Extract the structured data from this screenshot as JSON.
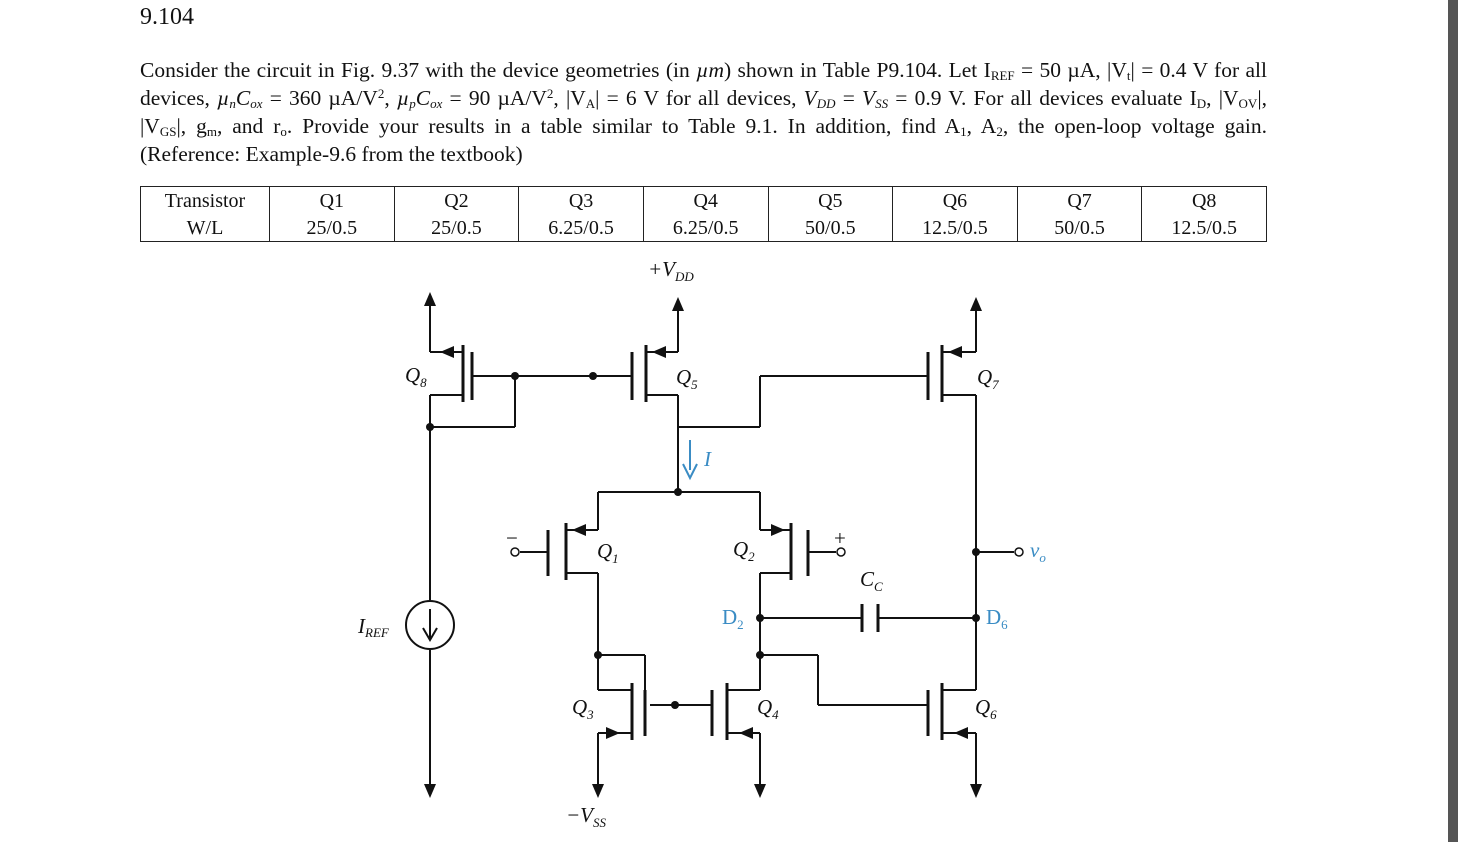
{
  "problem": {
    "number": "9.104",
    "text_line1_a": "Consider the circuit in Fig. 9.37 with the device geometries (in ",
    "mu": "µm",
    "text_line1_b": ") shown in Table P9.104. Let I",
    "iref_sub": "REF",
    "text_line1_c": " = 50 µA, |V",
    "vt_sub": "t",
    "text_line1_d": "| = 0.4 V for all devices, ",
    "mun": "µ",
    "mun_sub": "n",
    "cox_n": "C",
    "cox_n_sub": "ox",
    "text_line2_a": " = 360 µA/V",
    "sq1": "2",
    "text_sep1": ", ",
    "mup": "µ",
    "mup_sub": "p",
    "cox_p": "C",
    "cox_p_sub": "ox",
    "text_line2_b": " = 90 µA/V",
    "sq2": "2",
    "text_line2_c": ", |V",
    "va_sub": "A",
    "text_line2_d": "| = 6 V for all devices, ",
    "vdd": "V",
    "vdd_sub": "DD",
    "text_eq": " = ",
    "vss": "V",
    "vss_sub": "SS",
    "text_line2_e": " = 0.9 V. For all devices evaluate I",
    "id_sub": "D",
    "text_line3_a": ", |V",
    "vov_sub": "OV",
    "text_line3_b": "|, |V",
    "vgs_sub": "GS",
    "text_line3_c": "|, g",
    "gm_sub": "m",
    "text_line3_d": ", and r",
    "ro_sub": "o",
    "text_line3_e": ". Provide your results in a table similar to Table 9.1. In addition, find A",
    "a1_sub": "1",
    "text_line3_f": ", A",
    "a2_sub": "2",
    "text_line3_g": ", the open-loop voltage gain. (Reference: Example-9.6 from the textbook)"
  },
  "table": {
    "header_label": "Transistor",
    "row_label": "W/L",
    "transistors": [
      "Q1",
      "Q2",
      "Q3",
      "Q4",
      "Q5",
      "Q6",
      "Q7",
      "Q8"
    ],
    "wl": [
      "25/0.5",
      "25/0.5",
      "6.25/0.5",
      "6.25/0.5",
      "50/0.5",
      "12.5/0.5",
      "50/0.5",
      "12.5/0.5"
    ]
  },
  "circuit": {
    "vdd_label": "+V",
    "vdd_sub": "DD",
    "vss_label": "−V",
    "vss_sub": "SS",
    "iref_label": "I",
    "iref_sub": "REF",
    "current_label": "I",
    "cc_label": "C",
    "cc_sub": "C",
    "vo_label": "v",
    "vo_sub": "o",
    "d2_label": "D",
    "d2_sub": "2",
    "d6_label": "D",
    "d6_sub": "6",
    "minus_sign": "−",
    "plus_sign": "+",
    "q1": "Q",
    "q1_sub": "1",
    "q2": "Q",
    "q2_sub": "2",
    "q3": "Q",
    "q3_sub": "3",
    "q4": "Q",
    "q4_sub": "4",
    "q5": "Q",
    "q5_sub": "5",
    "q6": "Q",
    "q6_sub": "6",
    "q7": "Q",
    "q7_sub": "7",
    "q8": "Q",
    "q8_sub": "8",
    "accent_color": "#3a8cc4"
  }
}
